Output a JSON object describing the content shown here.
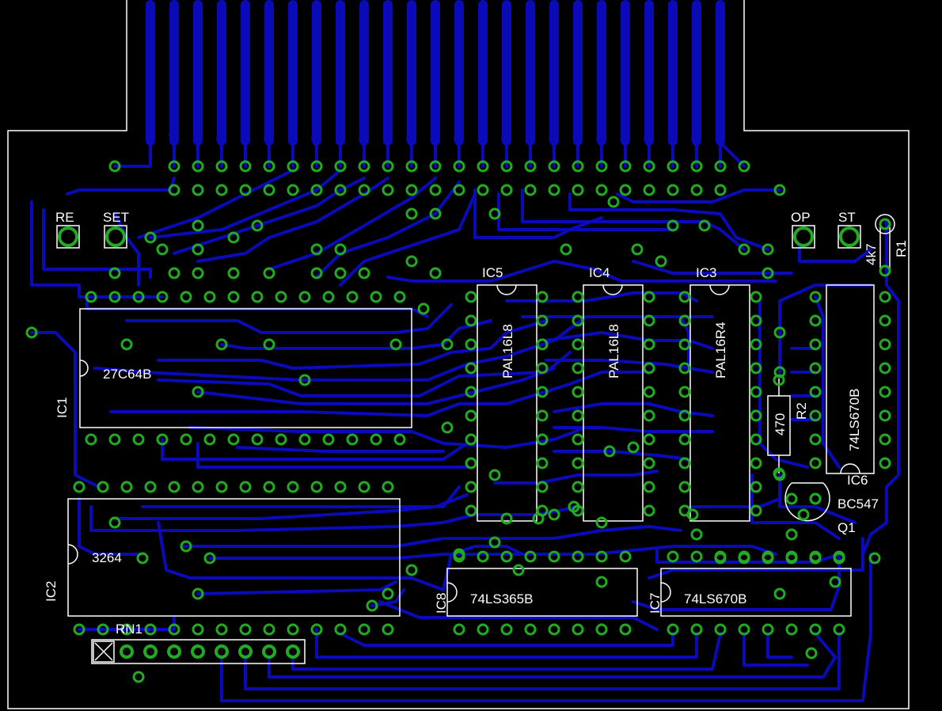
{
  "labels": {
    "re": "RE",
    "set": "SET",
    "op": "OP",
    "st": "ST",
    "r1_value": "4k7",
    "r1": "R1",
    "ic1": "IC1",
    "ic1_part": "27C64B",
    "ic2": "IC2",
    "ic2_part": "3264",
    "ic3": "IC3",
    "ic3_part": "PAL16R4",
    "ic4": "IC4",
    "ic4_part": "PAL16L8",
    "ic5": "IC5",
    "ic5_part": "PAL16L8",
    "ic6": "IC6",
    "ic6_part": "74LS670B",
    "ic7": "IC7",
    "ic7_part": "74LS670B",
    "ic8": "IC8",
    "ic8_part": "74LS365B",
    "r2": "R2",
    "r2_value": "470",
    "q1": "Q1",
    "q1_part": "BC547",
    "rn1": "RN1"
  },
  "colors": {
    "background": "#000000",
    "trace": "#0a0ab8",
    "pad": "#22aa22",
    "silkscreen": "#ffffff",
    "board_edge": "#ffffff"
  }
}
